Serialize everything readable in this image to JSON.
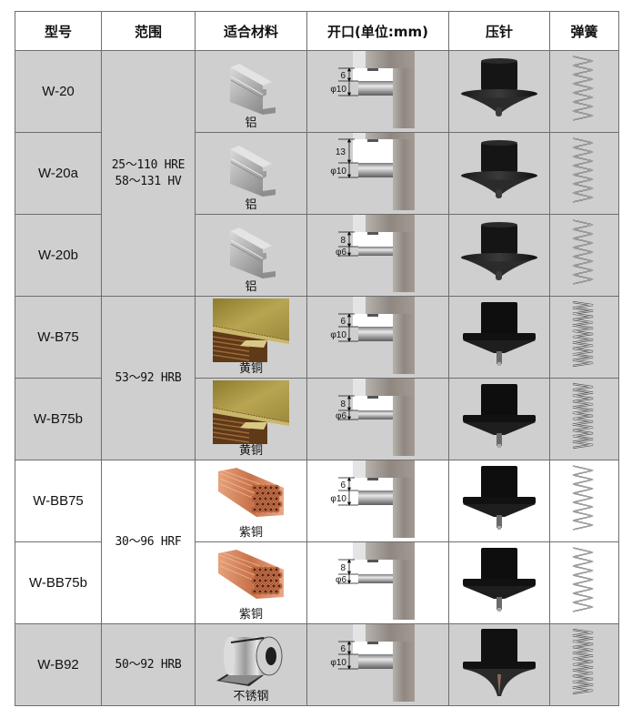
{
  "table": {
    "headers": [
      "型号",
      "范围",
      "适合材料",
      "开口(单位:mm)",
      "压针",
      "弹簧"
    ],
    "range_groups": [
      {
        "lines": [
          "25～110 HRE",
          "58～131 HV"
        ],
        "rowspan": 3
      },
      {
        "lines": [
          "53～92 HRB"
        ],
        "rowspan": 2
      },
      {
        "lines": [
          "30～96 HRF"
        ],
        "rowspan": 2
      },
      {
        "lines": [
          "50～92 HRB"
        ],
        "rowspan": 1
      }
    ],
    "rows": [
      {
        "model": "W-20",
        "material": "铝",
        "material_icon": "aluminum-profile-icon",
        "gap": "6",
        "diameter": "φ10",
        "pin": "pin-short-tip-icon",
        "spring": "spring-loose-icon",
        "bg": "gray"
      },
      {
        "model": "W-20a",
        "material": "铝",
        "material_icon": "aluminum-profile-icon",
        "gap": "13",
        "diameter": "φ10",
        "pin": "pin-short-tip-icon",
        "spring": "spring-loose-icon",
        "bg": "gray"
      },
      {
        "model": "W-20b",
        "material": "铝",
        "material_icon": "aluminum-profile-icon",
        "gap": "8",
        "diameter": "φ6",
        "pin": "pin-short-tip-icon",
        "spring": "spring-loose-icon",
        "bg": "gray"
      },
      {
        "model": "W-B75",
        "material": "黄铜",
        "material_icon": "brass-sheet-icon",
        "gap": "6",
        "diameter": "φ10",
        "pin": "pin-needle-icon",
        "spring": "spring-dense-icon",
        "bg": "gray"
      },
      {
        "model": "W-B75b",
        "material": "黄铜",
        "material_icon": "brass-sheet-icon",
        "gap": "8",
        "diameter": "φ6",
        "pin": "pin-needle-icon",
        "spring": "spring-dense-icon",
        "bg": "gray"
      },
      {
        "model": "W-BB75",
        "material": "紫铜",
        "material_icon": "copper-tubes-icon",
        "gap": "6",
        "diameter": "φ10",
        "pin": "pin-needle-icon",
        "spring": "spring-loose-icon",
        "bg": "white"
      },
      {
        "model": "W-BB75b",
        "material": "紫铜",
        "material_icon": "copper-tubes-icon",
        "gap": "8",
        "diameter": "φ6",
        "pin": "pin-needle-icon",
        "spring": "spring-loose-icon",
        "bg": "white"
      },
      {
        "model": "W-B92",
        "material": "不锈钢",
        "material_icon": "steel-coil-icon",
        "gap": "6",
        "diameter": "φ10",
        "pin": "pin-cone-icon",
        "spring": "spring-dense-icon",
        "bg": "gray"
      }
    ]
  },
  "colors": {
    "gray_row": "#cfcfcf",
    "white_row": "#ffffff",
    "grid": "#6e6e6e"
  }
}
